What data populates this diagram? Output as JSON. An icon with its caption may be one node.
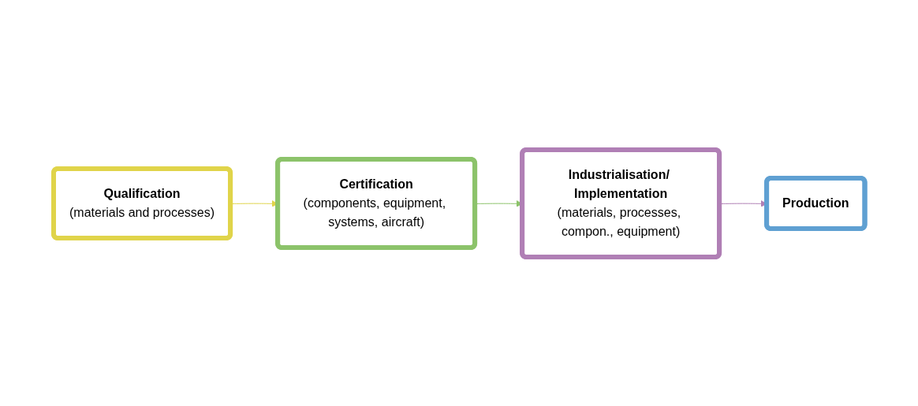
{
  "diagram": {
    "nodes": [
      {
        "text": [
          "Qualification",
          "(materials and processes)"
        ]
      },
      {
        "text": [
          "Certification",
          "(components, equipment, systems, aircraft)"
        ]
      },
      {
        "text": [
          "Industrialisation/ Implementation",
          "(materials, processes, compon., equipment)"
        ]
      },
      {
        "text": [
          "Production"
        ]
      }
    ],
    "edges": [
      {
        "from": 0,
        "to": 1,
        "arrow": "to",
        "color": "#e0d44a"
      },
      {
        "from": 1,
        "to": 2,
        "arrow": "to",
        "color": "#8cc36a"
      },
      {
        "from": 2,
        "to": 3,
        "arrow": "to",
        "color": "#b07fb5"
      }
    ]
  }
}
